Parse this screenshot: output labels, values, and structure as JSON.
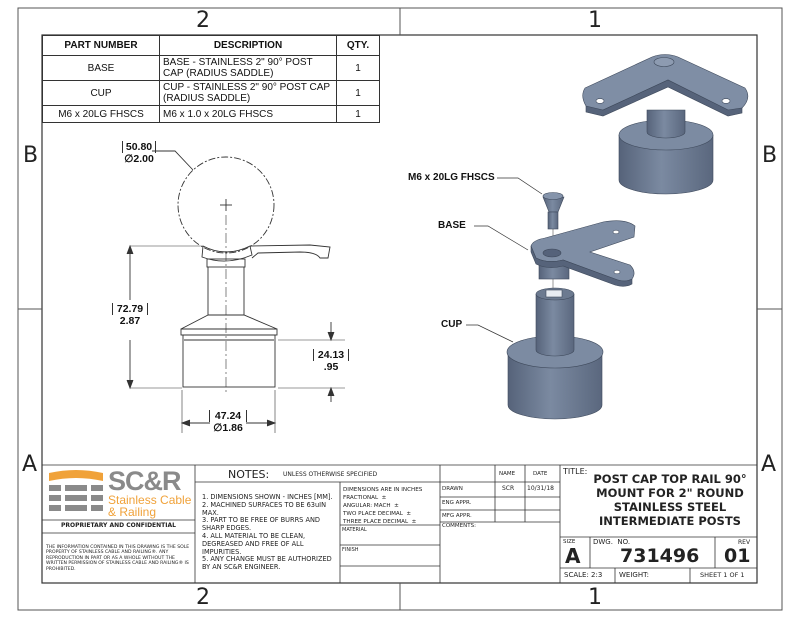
{
  "zones": {
    "top": [
      "2",
      "1"
    ],
    "bottom": [
      "2",
      "1"
    ],
    "left": [
      "B",
      "A"
    ],
    "right": [
      "B",
      "A"
    ]
  },
  "bom": {
    "headers": [
      "PART NUMBER",
      "DESCRIPTION",
      "QTY."
    ],
    "rows": [
      {
        "part": "BASE",
        "description": "BASE - STAINLESS 2\" 90° POST CAP (RADIUS SADDLE)",
        "qty": "1"
      },
      {
        "part": "CUP",
        "description": "CUP - STAINLESS 2\" 90° POST CAP (RADIUS SADDLE)",
        "qty": "1"
      },
      {
        "part": "M6 x 20LG FHSCS",
        "description": "M6 x 1.0 x 20LG FHSCS",
        "qty": "1"
      }
    ]
  },
  "dimensions": {
    "circle_mm": "50.80",
    "circle_in": "∅2.00",
    "height_mm": "72.79",
    "height_in": "2.87",
    "cup_h_mm": "24.13",
    "cup_h_in": ".95",
    "cup_d_mm": "47.24",
    "cup_d_in": "∅1.86"
  },
  "callouts": {
    "screw": "M6 x 20LG FHSCS",
    "base": "BASE",
    "cup": "CUP"
  },
  "logo": {
    "name": "SC&R",
    "line1": "Stainless Cable",
    "line2": "& Railing",
    "orange": "#f0a23a",
    "gray": "#8a8a8a"
  },
  "proprietary": {
    "title": "PROPRIETARY AND CONFIDENTIAL",
    "text": "THE INFORMATION CONTAINED IN THIS DRAWING IS THE SOLE PROPERTY OF STAINLESS CABLE AND RAILING®. ANY REPRODUCTION IN PART OR AS A WHOLE WITHOUT THE WRITTEN PERMISSION OF STAINLESS CABLE AND RAILING® IS PROHIBITED."
  },
  "notes": {
    "title": "NOTES:",
    "subtitle": "UNLESS OTHERWISE SPECIFIED",
    "items": [
      "1. DIMENSIONS SHOWN - INCHES [MM].",
      "2. MACHINED SURFACES TO BE 63uIN MAX.",
      "3. PART TO BE FREE OF BURRS AND SHARP EDGES.",
      "4. ALL MATERIAL TO BE CLEAN, DEGREASED AND FREE OF ALL IMPURITIES.",
      "5. ANY CHANGE MUST BE AUTHORIZED BY AN SC&R ENGINEER."
    ]
  },
  "tolerances": {
    "header": "DIMENSIONS ARE IN INCHES",
    "rows": [
      "FRACTIONAL  ±",
      "ANGULAR: MACH  ±",
      "TWO PLACE DECIMAL  ±",
      "THREE PLACE DECIMAL  ±"
    ],
    "material": "MATERIAL",
    "finish": "FINISH"
  },
  "approvals": {
    "name_header": "NAME",
    "date_header": "DATE",
    "drawn": "DRAWN",
    "drawn_name": "SCR",
    "drawn_date": "10/31/18",
    "eng": "ENG APPR.",
    "mfg": "MFG APPR.",
    "comments": "COMMENTS:"
  },
  "title_block": {
    "title_label": "TITLE:",
    "title": "POST CAP TOP RAIL 90° MOUNT FOR 2\" ROUND STAINLESS STEEL INTERMEDIATE POSTS",
    "size_label": "SIZE",
    "size": "A",
    "dwg_label": "DWG.  NO.",
    "dwg_no": "731496",
    "rev_label": "REV",
    "rev": "01",
    "scale": "SCALE: 2:3",
    "weight": "WEIGHT:",
    "sheet": "SHEET 1 OF 1"
  },
  "colors": {
    "part": "#6e7d93",
    "part_dark": "#55627a",
    "part_light": "#8c9ab0"
  }
}
